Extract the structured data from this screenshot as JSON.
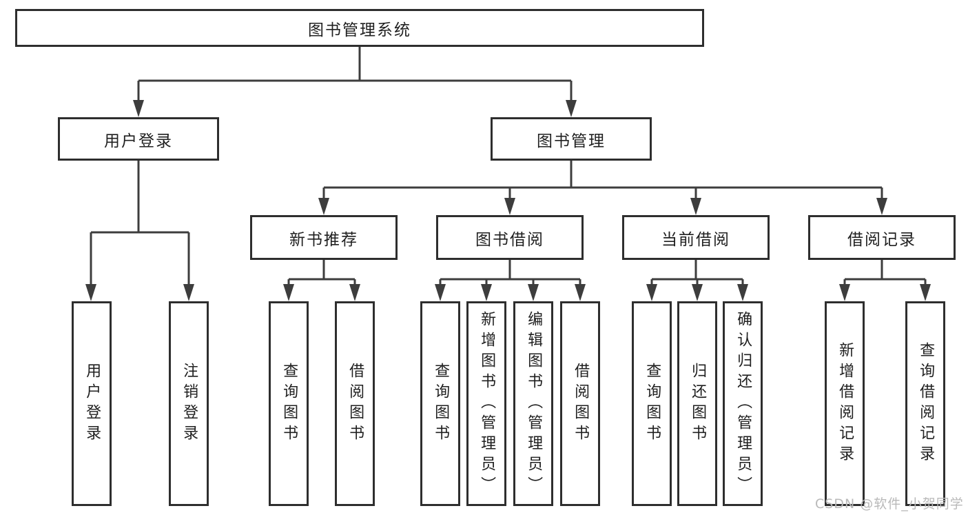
{
  "diagram": {
    "type": "hierarchy-tree",
    "title": "图书管理系统",
    "colors": {
      "background": "#ffffff",
      "line": "#3d3d3d",
      "box_border": "#2e2e2e",
      "text": "#1f1f1f",
      "watermark": "#b9b9b9"
    },
    "nodes": {
      "root": {
        "label": "图书管理系统"
      },
      "user_login": {
        "label": "用户登录"
      },
      "book_mgmt": {
        "label": "图书管理"
      },
      "new_book_rec": {
        "label": "新书推荐"
      },
      "book_borrow": {
        "label": "图书借阅"
      },
      "current_borrow": {
        "label": "当前借阅"
      },
      "borrow_records": {
        "label": "借阅记录"
      },
      "leaf_user_login": {
        "label": "用户登录"
      },
      "leaf_logout": {
        "label": "注销登录"
      },
      "leaf_rec_query": {
        "label": "查询图书"
      },
      "leaf_rec_borrow": {
        "label": "借阅图书"
      },
      "leaf_bb_query": {
        "label": "查询图书"
      },
      "leaf_bb_add": {
        "label": "新增图书（管理员）"
      },
      "leaf_bb_edit": {
        "label": "编辑图书（管理员）"
      },
      "leaf_bb_borrow": {
        "label": "借阅图书"
      },
      "leaf_cb_query": {
        "label": "查询图书"
      },
      "leaf_cb_return": {
        "label": "归还图书"
      },
      "leaf_cb_confirm": {
        "label": "确认归还（管理员）"
      },
      "leaf_br_add": {
        "label": "新增借阅记录"
      },
      "leaf_br_query": {
        "label": "查询借阅记录"
      }
    },
    "edges": [
      {
        "from": "root",
        "to": "user_login"
      },
      {
        "from": "root",
        "to": "book_mgmt"
      },
      {
        "from": "user_login",
        "to": "leaf_user_login"
      },
      {
        "from": "user_login",
        "to": "leaf_logout"
      },
      {
        "from": "book_mgmt",
        "to": "new_book_rec"
      },
      {
        "from": "book_mgmt",
        "to": "book_borrow"
      },
      {
        "from": "book_mgmt",
        "to": "current_borrow"
      },
      {
        "from": "book_mgmt",
        "to": "borrow_records"
      },
      {
        "from": "new_book_rec",
        "to": "leaf_rec_query"
      },
      {
        "from": "new_book_rec",
        "to": "leaf_rec_borrow"
      },
      {
        "from": "book_borrow",
        "to": "leaf_bb_query"
      },
      {
        "from": "book_borrow",
        "to": "leaf_bb_add"
      },
      {
        "from": "book_borrow",
        "to": "leaf_bb_edit"
      },
      {
        "from": "book_borrow",
        "to": "leaf_bb_borrow"
      },
      {
        "from": "current_borrow",
        "to": "leaf_cb_query"
      },
      {
        "from": "current_borrow",
        "to": "leaf_cb_return"
      },
      {
        "from": "current_borrow",
        "to": "leaf_cb_confirm"
      },
      {
        "from": "borrow_records",
        "to": "leaf_br_add"
      },
      {
        "from": "borrow_records",
        "to": "leaf_br_query"
      }
    ],
    "watermark": "CSDN @软件_小贺同学"
  }
}
